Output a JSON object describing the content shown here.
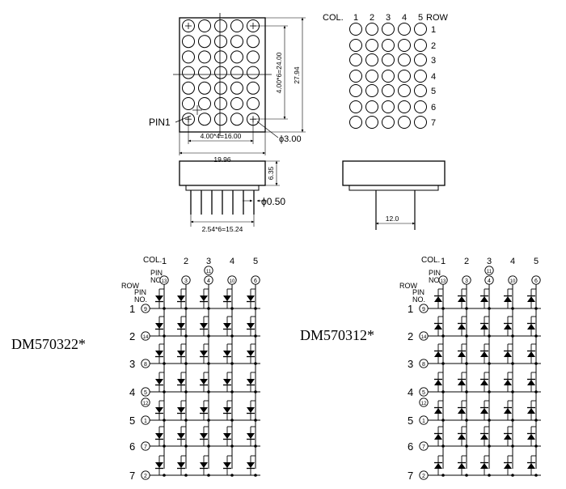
{
  "top_view": {
    "pin1_label": "PIN1",
    "dim_col_pitch": "4.00*4=16.00",
    "dim_width": "19.96",
    "dim_row_pitch": "4.00*6=24.00",
    "dim_height": "27.94",
    "dim_dot": "ϕ3.00"
  },
  "led_map": {
    "col_label": "COL.",
    "row_label": "ROW",
    "cols": [
      "1",
      "2",
      "3",
      "4",
      "5"
    ],
    "rows": [
      "1",
      "2",
      "3",
      "4",
      "5",
      "6",
      "7"
    ]
  },
  "side_view": {
    "dim_depth": "6.35",
    "dim_pin_dia": "ϕ0.50",
    "dim_pin_pitch": "2.54*6=15.24",
    "dim_pin_span": "12.0"
  },
  "schematic_left": {
    "part": "DM570322*",
    "col_label": "COL.",
    "pin_label": "PIN",
    "no_label": "NO.",
    "row_label": "ROW",
    "row_pin_label": "PIN",
    "row_no_label": "NO.",
    "cols": [
      "1",
      "2",
      "3",
      "4",
      "5"
    ],
    "col_pins": [
      "13",
      "3",
      "4",
      "10",
      "6"
    ],
    "col_extra_pin": "11",
    "rows": [
      "1",
      "2",
      "3",
      "4",
      "5",
      "6",
      "7"
    ],
    "row_pins": [
      "9",
      "14",
      "8",
      "5",
      "1",
      "7",
      "2"
    ],
    "row_extra_pin": "12"
  },
  "schematic_right": {
    "part": "DM570312*",
    "col_label": "COL.",
    "pin_label": "PIN",
    "no_label": "NO.",
    "row_label": "ROW",
    "row_pin_label": "PIN",
    "row_no_label": "NO.",
    "cols": [
      "1",
      "2",
      "3",
      "4",
      "5"
    ],
    "col_pins": [
      "13",
      "3",
      "4",
      "10",
      "6"
    ],
    "col_extra_pin": "11",
    "rows": [
      "1",
      "2",
      "3",
      "4",
      "5",
      "6",
      "7"
    ],
    "row_pins": [
      "9",
      "14",
      "8",
      "5",
      "1",
      "7",
      "2"
    ],
    "row_extra_pin": "12"
  }
}
